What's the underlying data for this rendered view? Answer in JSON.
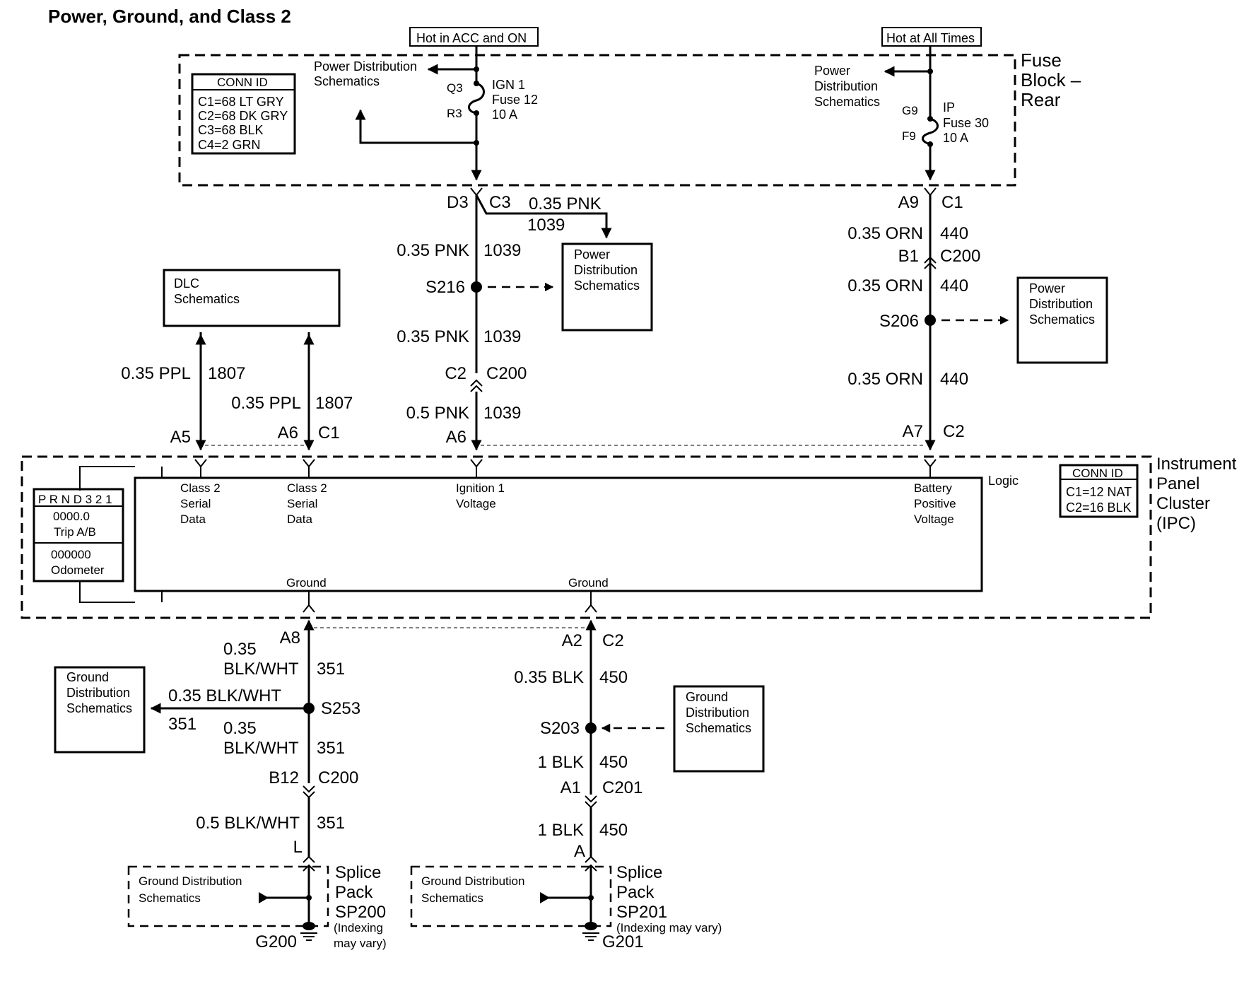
{
  "title": "Power, Ground, and Class 2",
  "fuse_block": {
    "name_lines": [
      "Fuse",
      "Block –",
      "Rear"
    ],
    "hot_acc_on": "Hot in ACC and ON",
    "hot_all_times": "Hot at All Times",
    "conn_id_header": "CONN ID",
    "conn_id_lines": [
      "C1=68 LT GRY",
      "C2=68 DK GRY",
      "C3=68 BLK",
      "C4=2 GRN"
    ],
    "left_pds_lines": [
      "Power Distribution",
      "Schematics"
    ],
    "right_pds_lines": [
      "Power",
      "Distribution",
      "Schematics"
    ],
    "ign_fuse": {
      "top_pin": "Q3",
      "bottom_pin": "R3",
      "lines": [
        "IGN 1",
        "Fuse 12",
        "10 A"
      ]
    },
    "ip_fuse": {
      "top_pin": "G9",
      "bottom_pin": "F9",
      "lines": [
        "IP",
        "Fuse 30",
        "10 A"
      ]
    }
  },
  "ignition_circuit": {
    "conn_top": {
      "pin": "D3",
      "conn": "C3"
    },
    "branch_wire": {
      "gauge": "0.35 PNK",
      "circuit": "1039"
    },
    "wire1": {
      "gauge": "0.35 PNK",
      "circuit": "1039"
    },
    "splice": "S216",
    "wire2": {
      "gauge": "0.35 PNK",
      "circuit": "1039"
    },
    "inline": {
      "pin": "C2",
      "conn": "C200"
    },
    "wire3": {
      "gauge": "0.5 PNK",
      "circuit": "1039"
    },
    "ipc_pin": "A6",
    "pds_box_lines": [
      "Power",
      "Distribution",
      "Schematics"
    ]
  },
  "battery_circuit": {
    "conn_top": {
      "pin": "A9",
      "conn": "C1"
    },
    "wire1": {
      "gauge": "0.35 ORN",
      "circuit": "440"
    },
    "inline": {
      "pin": "B1",
      "conn": "C200"
    },
    "wire2": {
      "gauge": "0.35 ORN",
      "circuit": "440"
    },
    "splice": "S206",
    "wire3": {
      "gauge": "0.35 ORN",
      "circuit": "440"
    },
    "ipc_conn": {
      "pin": "A7",
      "conn": "C2"
    },
    "pds_box_lines": [
      "Power",
      "Distribution",
      "Schematics"
    ]
  },
  "class2": {
    "dlc_box_lines": [
      "DLC",
      "Schematics"
    ],
    "wire_a": {
      "gauge": "0.35 PPL",
      "circuit": "1807",
      "pin": "A5"
    },
    "wire_b": {
      "gauge": "0.35 PPL",
      "circuit": "1807",
      "pin": "A6",
      "conn": "C1"
    }
  },
  "ipc": {
    "name_lines": [
      "Instrument",
      "Panel",
      "Cluster",
      "(IPC)"
    ],
    "logic_label": "Logic",
    "conn_id_header": "CONN ID",
    "conn_id_lines": [
      "C1=12 NAT",
      "C2=16 BLK"
    ],
    "display": {
      "prnd": "P R N D 3 2 1",
      "trip_lines": [
        "0000.0",
        "Trip A/B"
      ],
      "odo_lines": [
        "000000",
        "Odometer"
      ]
    },
    "inputs": {
      "class2_a": [
        "Class 2",
        "Serial",
        "Data"
      ],
      "class2_b": [
        "Class 2",
        "Serial",
        "Data"
      ],
      "ignition": [
        "Ignition 1",
        "Voltage"
      ],
      "battery": [
        "Battery",
        "Positive",
        "Voltage"
      ]
    },
    "ground_a": "Ground",
    "ground_b": "Ground"
  },
  "ground_left": {
    "ipc_pin": "A8",
    "wire1": {
      "gauge_lines": [
        "0.35",
        "BLK/WHT"
      ],
      "circuit": "351"
    },
    "branch": {
      "gauge": "0.35 BLK/WHT",
      "circuit": "351"
    },
    "splice": "S253",
    "gds_box_lines": [
      "Ground",
      "Distribution",
      "Schematics"
    ],
    "wire2": {
      "gauge_lines": [
        "0.35",
        "BLK/WHT"
      ],
      "circuit": "351"
    },
    "inline": {
      "pin": "B12",
      "conn": "C200"
    },
    "wire3": {
      "gauge": "0.5 BLK/WHT",
      "circuit": "351"
    },
    "sp_pin": "L",
    "splice_pack_lines": [
      "Splice",
      "Pack",
      "SP200"
    ],
    "indexing_lines": [
      "(Indexing",
      "may vary)"
    ],
    "sp_gds_lines": [
      "Ground Distribution",
      "Schematics"
    ],
    "ground": "G200"
  },
  "ground_right": {
    "ipc_conn": {
      "pin": "A2",
      "conn": "C2"
    },
    "wire1": {
      "gauge": "0.35 BLK",
      "circuit": "450"
    },
    "splice": "S203",
    "gds_box_lines": [
      "Ground",
      "Distribution",
      "Schematics"
    ],
    "wire2": {
      "gauge": "1 BLK",
      "circuit": "450"
    },
    "inline": {
      "pin": "A1",
      "conn": "C201"
    },
    "wire3": {
      "gauge": "1 BLK",
      "circuit": "450"
    },
    "sp_pin": "A",
    "splice_pack_lines": [
      "Splice",
      "Pack",
      "SP201"
    ],
    "indexing_line": "(Indexing may vary)",
    "sp_gds_lines": [
      "Ground Distribution",
      "Schematics"
    ],
    "ground": "G201"
  }
}
